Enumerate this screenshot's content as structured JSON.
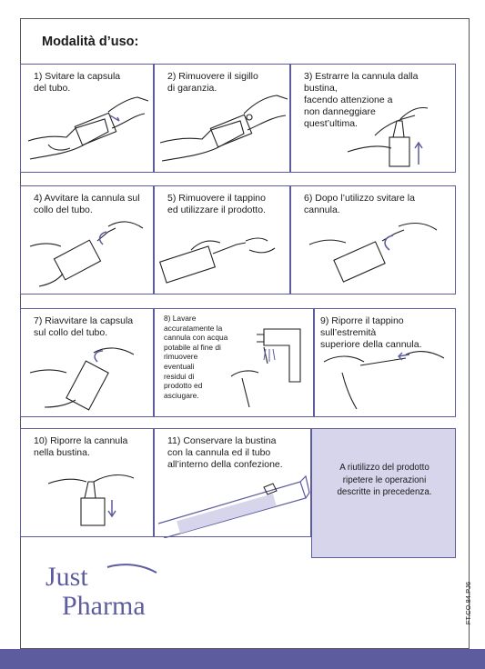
{
  "title": "Modalità d’uso:",
  "steps": [
    {
      "text": "1) Svitare la capsula\ndel tubo."
    },
    {
      "text": "2) Rimuovere il sigillo\ndi garanzia."
    },
    {
      "text": "3) Estrarre la cannula dalla bustina,\nfacendo attenzione a\nnon danneggiare\nquest’ultima."
    },
    {
      "text": "4) Avvitare la cannula sul\ncollo del tubo."
    },
    {
      "text": "5) Rimuovere il tappino\ned utilizzare il prodotto."
    },
    {
      "text": "6) Dopo l’utilizzo svitare la cannula."
    },
    {
      "text": "7) Riavvitare la capsula\nsul collo del tubo."
    },
    {
      "text": "8) Lavare\naccuratamente la\ncannula con acqua\npotabile al fine di\nrimuovere\neventuali\nresidui di\nprodotto ed\nasciugare."
    },
    {
      "text": "9) Riporre il tappino sull’estremità\nsuperiore della cannula."
    },
    {
      "text": "10) Riporre la cannula\nnella bustina."
    },
    {
      "text": "11) Conservare la bustina\ncon la cannula ed il tubo\nall’interno della confezione."
    }
  ],
  "info_text": "A riutilizzo del prodotto\nripetere le operazioni\ndescritte in precedenza.",
  "doc_code": "FT.CO.84.PJ6",
  "logo": {
    "line1": "Just",
    "line2": "Pharma"
  },
  "colors": {
    "accent": "#5d5c9e",
    "info_bg": "#d6d5eb"
  }
}
